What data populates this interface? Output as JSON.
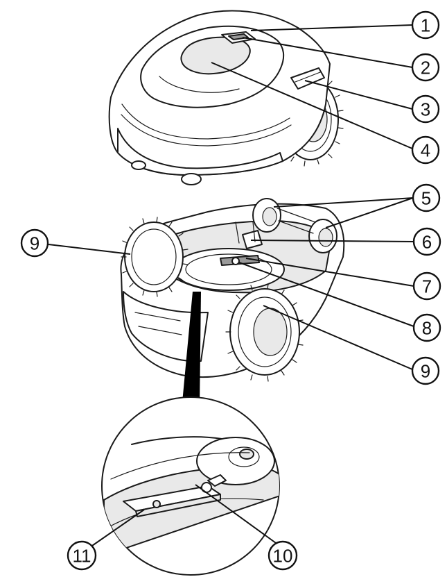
{
  "callouts": [
    {
      "label": "1"
    },
    {
      "label": "2"
    },
    {
      "label": "3"
    },
    {
      "label": "4"
    },
    {
      "label": "5"
    },
    {
      "label": "6"
    },
    {
      "label": "7"
    },
    {
      "label": "8"
    },
    {
      "label": "9"
    },
    {
      "label": "9"
    },
    {
      "label": "10"
    },
    {
      "label": "11"
    }
  ]
}
